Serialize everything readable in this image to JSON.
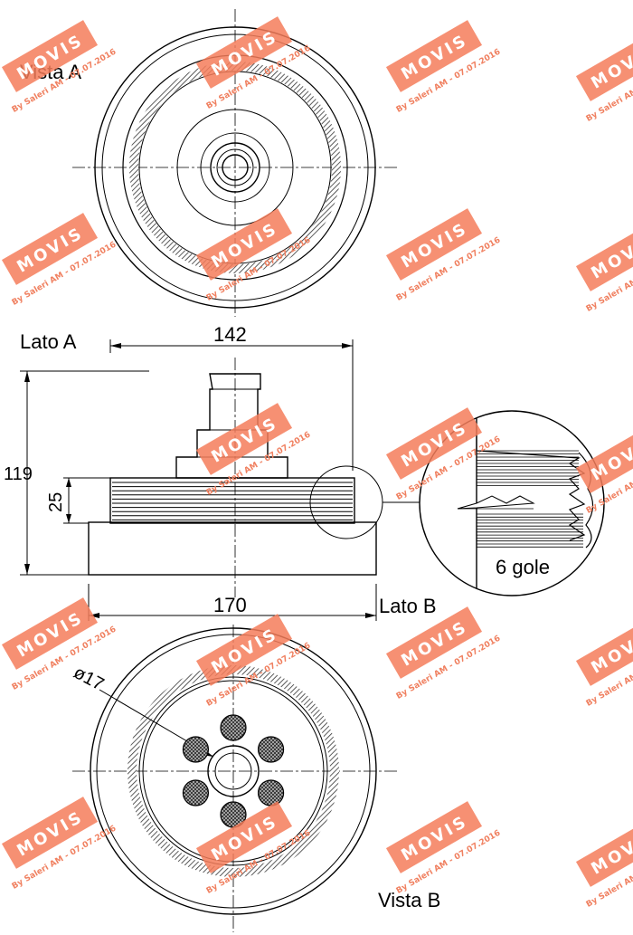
{
  "labels": {
    "vista_a": "Vista A",
    "lato_a": "Lato A",
    "lato_b": "Lato B",
    "vista_b": "Vista B",
    "grooves": "6 gole"
  },
  "dimensions": {
    "width_top": "142",
    "width_bottom": "170",
    "height_total": "119",
    "height_belt": "25",
    "bore": "ø17"
  },
  "watermark": {
    "brand": "MOVIS",
    "subtitle": "By Saleri AM - 07.07.2016"
  },
  "colors": {
    "line": "#000000",
    "watermark_fill": "#f47c5a",
    "watermark_text": "#ffffff",
    "hatch": "#555555"
  }
}
